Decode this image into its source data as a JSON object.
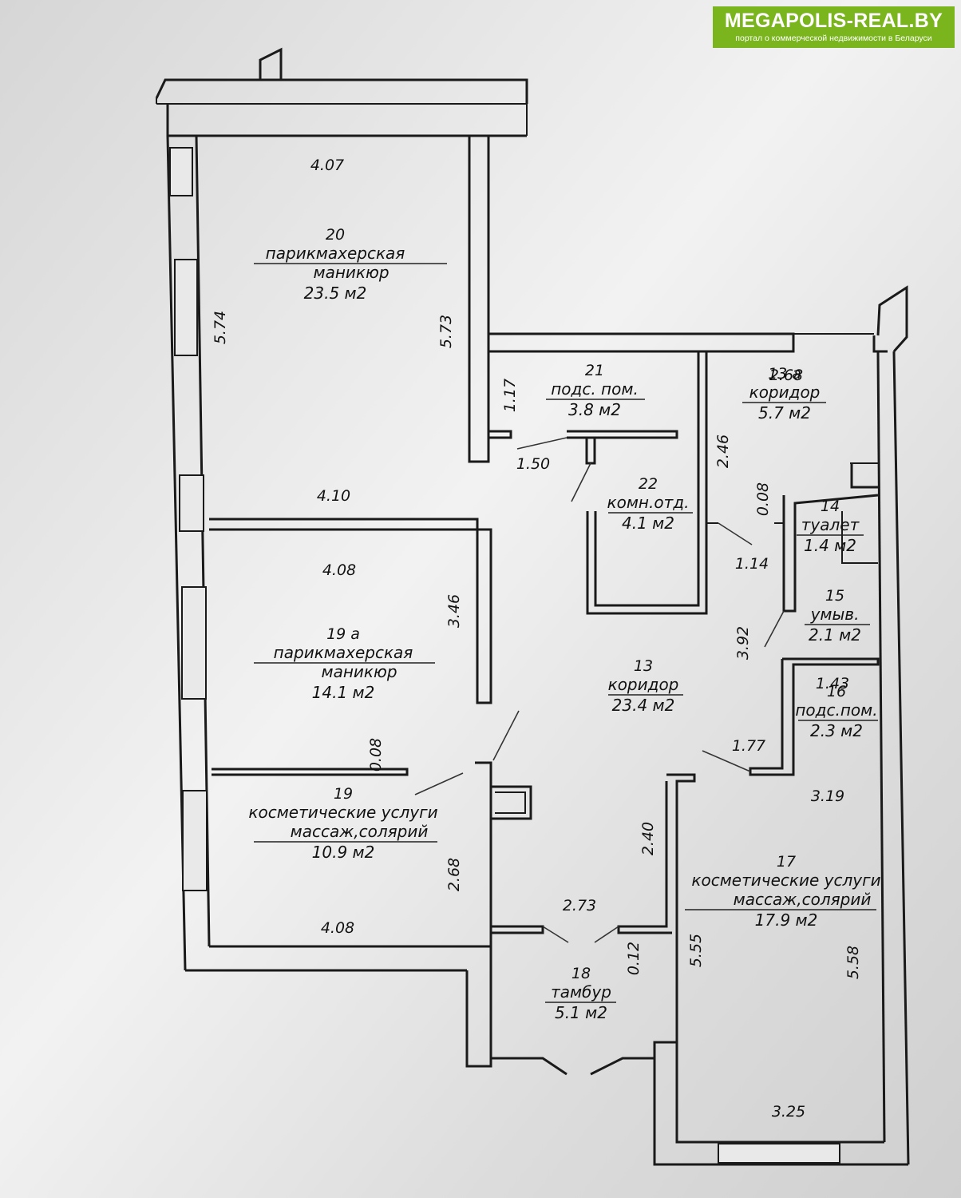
{
  "badge": {
    "title": "MEGAPOLIS-REAL.BY",
    "subtitle": "портал о коммерческой недвижимости в Беларуси",
    "color": "#7ab51d"
  },
  "rooms": [
    {
      "id": "r20",
      "number": "20",
      "lines": [
        "парикмахерская",
        "маникюр"
      ],
      "area": "23.5 м2"
    },
    {
      "id": "r21",
      "number": "21",
      "lines": [
        "подс. пом."
      ],
      "area": "3.8 м2"
    },
    {
      "id": "r13a",
      "number": "13 а",
      "lines": [
        "коридор"
      ],
      "area": "5.7 м2"
    },
    {
      "id": "r22",
      "number": "22",
      "lines": [
        "комн.отд."
      ],
      "area": "4.1 м2"
    },
    {
      "id": "r14",
      "number": "14",
      "lines": [
        "туалет"
      ],
      "area": "1.4 м2"
    },
    {
      "id": "r15",
      "number": "15",
      "lines": [
        "умыв."
      ],
      "area": "2.1 м2"
    },
    {
      "id": "r19a",
      "number": "19 а",
      "lines": [
        "парикмахерская",
        "маникюр"
      ],
      "area": "14.1 м2"
    },
    {
      "id": "r13",
      "number": "13",
      "lines": [
        "коридор"
      ],
      "area": "23.4 м2"
    },
    {
      "id": "r16",
      "number": "16",
      "lines": [
        "подс.пом."
      ],
      "area": "2.3 м2"
    },
    {
      "id": "r19",
      "number": "19",
      "lines": [
        "косметические услуги",
        "массаж,солярий"
      ],
      "area": "10.9 м2"
    },
    {
      "id": "r17",
      "number": "17",
      "lines": [
        "косметические услуги",
        "массаж,солярий"
      ],
      "area": "17.9 м2"
    },
    {
      "id": "r18",
      "number": "18",
      "lines": [
        "тамбур"
      ],
      "area": "5.1 м2"
    }
  ],
  "dimensions": [
    {
      "id": "d1",
      "text": "4.07"
    },
    {
      "id": "d2",
      "text": "5.74"
    },
    {
      "id": "d3",
      "text": "5.73"
    },
    {
      "id": "d4",
      "text": "1.17"
    },
    {
      "id": "d5",
      "text": "2.68"
    },
    {
      "id": "d6",
      "text": "1.50"
    },
    {
      "id": "d7",
      "text": "2.46"
    },
    {
      "id": "d8",
      "text": "4.10"
    },
    {
      "id": "d9",
      "text": "0.08"
    },
    {
      "id": "d10",
      "text": "1.14"
    },
    {
      "id": "d11",
      "text": "4.08"
    },
    {
      "id": "d12",
      "text": "3.46"
    },
    {
      "id": "d13",
      "text": "3.92"
    },
    {
      "id": "d14",
      "text": "1.43"
    },
    {
      "id": "d15",
      "text": "1.77"
    },
    {
      "id": "d16",
      "text": "0.08"
    },
    {
      "id": "d17",
      "text": "3.19"
    },
    {
      "id": "d18",
      "text": "2.40"
    },
    {
      "id": "d19",
      "text": "2.68"
    },
    {
      "id": "d20",
      "text": "2.73"
    },
    {
      "id": "d21",
      "text": "4.08"
    },
    {
      "id": "d22",
      "text": "0.12"
    },
    {
      "id": "d23",
      "text": "5.55"
    },
    {
      "id": "d24",
      "text": "5.58"
    },
    {
      "id": "d25",
      "text": "3.25"
    }
  ]
}
